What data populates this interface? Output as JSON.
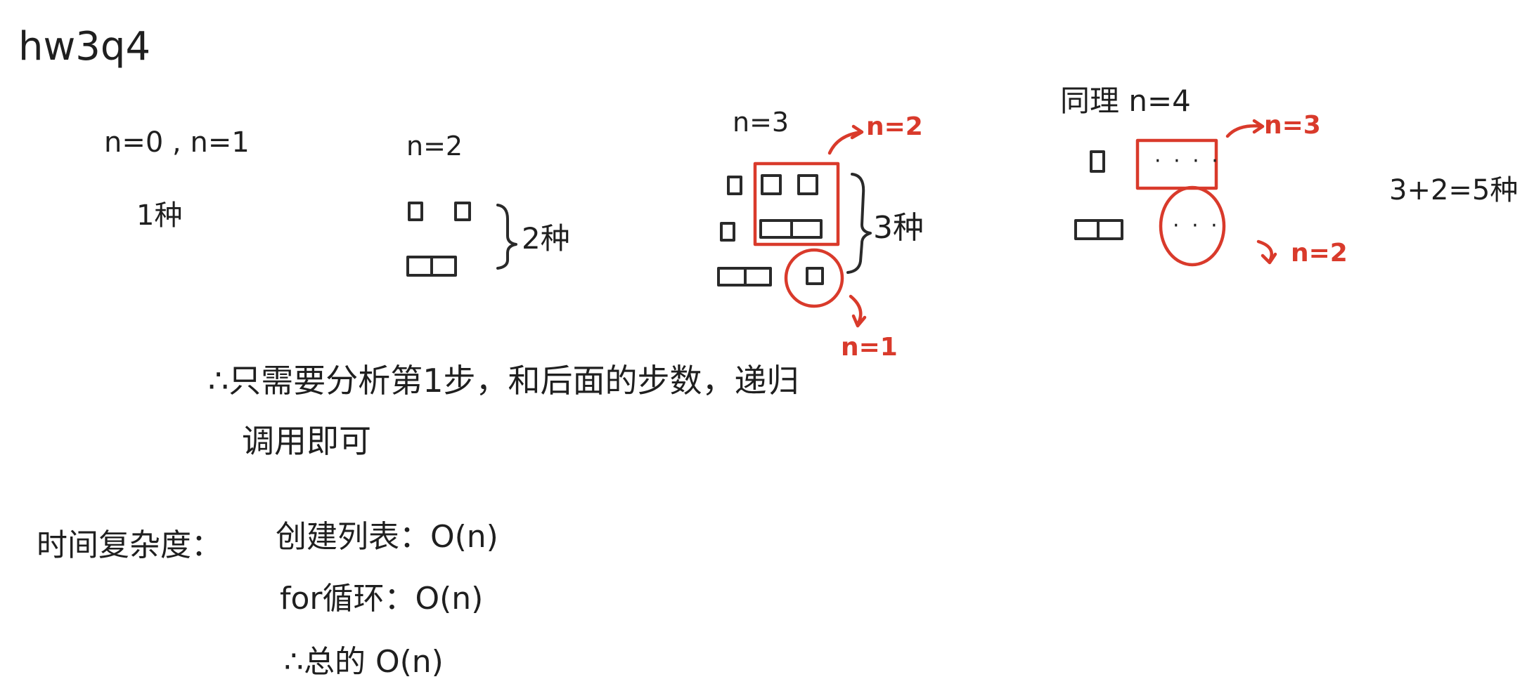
{
  "title": "hw3q4",
  "cases": {
    "case01": {
      "label": "n=0 , n=1",
      "count": "1种"
    },
    "case2": {
      "label": "n=2",
      "count": "2种"
    },
    "case3": {
      "label": "n=3",
      "count": "3种",
      "ref_box": "n=2",
      "ref_circle": "n=1"
    },
    "case4": {
      "label": "同理 n=4",
      "ref_box": "n=3",
      "ref_circle": "n=2",
      "box_dots": "· · · ·",
      "circle_dots": "· · ·",
      "sum": "3+2=5种"
    }
  },
  "conclusion": {
    "line1": "∴只需要分析第1步，和后面的步数，递归",
    "line2": "调用即可"
  },
  "complexity": {
    "label": "时间复杂度：",
    "items": [
      "创建列表：O(n)",
      "for循环：O(n)",
      "∴总的 O(n)"
    ]
  },
  "colors": {
    "ink": "#2a2a2a",
    "accent": "#d93a2b",
    "background": "#ffffff"
  }
}
